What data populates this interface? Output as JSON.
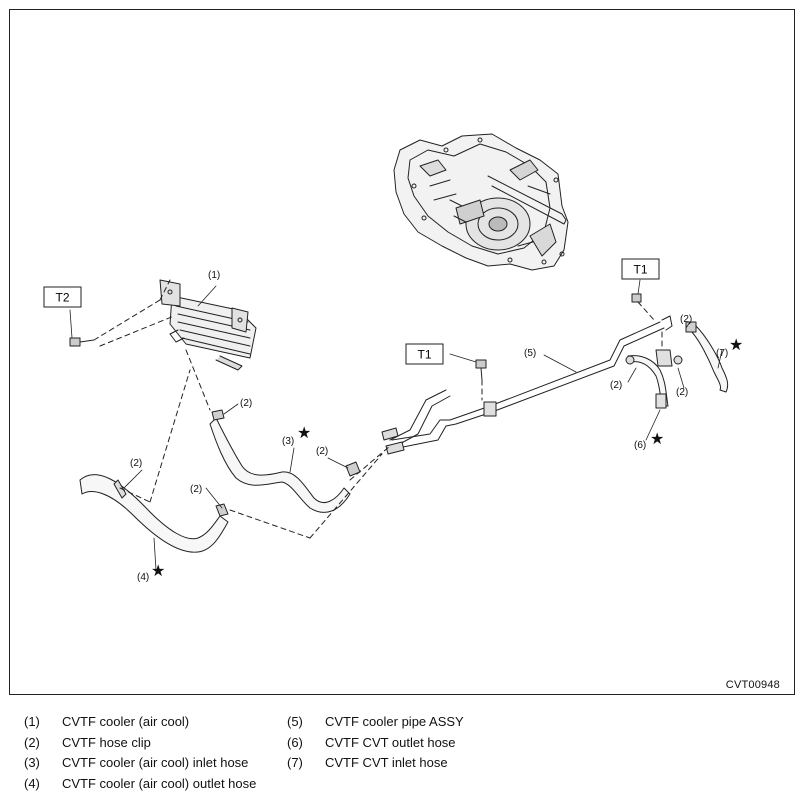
{
  "figure_code": "CVT00948",
  "callouts": {
    "n1": "(1)",
    "n2": "(2)",
    "n3": "(3)",
    "n4": "(4)",
    "n5": "(5)",
    "n6": "(6)",
    "n7": "(7)"
  },
  "torque_tags": {
    "t1": "T1",
    "t2": "T2"
  },
  "star_symbol": "★",
  "legend": {
    "left": [
      {
        "num": "(1)",
        "label": "CVTF cooler (air cool)"
      },
      {
        "num": "(2)",
        "label": "CVTF hose clip"
      },
      {
        "num": "(3)",
        "label": "CVTF cooler (air cool) inlet hose"
      },
      {
        "num": "(4)",
        "label": "CVTF cooler (air cool) outlet hose"
      }
    ],
    "right": [
      {
        "num": "(5)",
        "label": "CVTF cooler pipe ASSY"
      },
      {
        "num": "(6)",
        "label": "CVTF CVT outlet hose"
      },
      {
        "num": "(7)",
        "label": "CVTF CVT inlet hose"
      }
    ]
  }
}
